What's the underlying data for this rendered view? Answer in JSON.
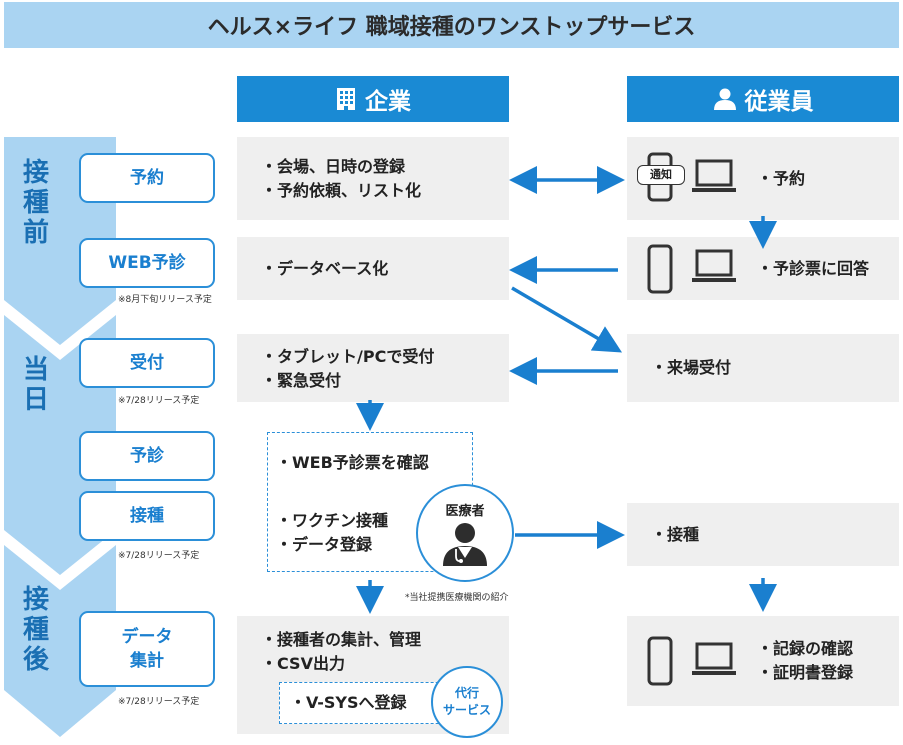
{
  "title": "ヘルス×ライフ 職域接種のワンストップサービス",
  "columns": {
    "company": "企業",
    "employee": "従業員"
  },
  "phases": {
    "before": "接種前",
    "day": "当日",
    "after": "接種後"
  },
  "steps": {
    "reserve": "予約",
    "web": "WEB予診",
    "web_note": "※8月下旬リリース予定",
    "reception": "受付",
    "reception_note": "※7/28リリース予定",
    "prediag": "予診",
    "vaccinate": "接種",
    "vaccinate_note": "※7/28リリース予定",
    "data1": "データ",
    "data2": "集計",
    "data_note": "※7/28リリース予定"
  },
  "company": {
    "row1_a": "・会場、日時の登録",
    "row1_b": "・予約依頼、リスト化",
    "row2": "・データベース化",
    "row3_a": "・タブレット/PCで受付",
    "row3_b": "・緊急受付",
    "med_a": "・WEB予診票を確認",
    "med_b": "・ワクチン接種",
    "med_c": "・データ登録",
    "doctor": "医療者",
    "doctor_note": "*当社提携医療機関の紹介",
    "row5_a": "・接種者の集計、管理",
    "row5_b": "・CSV出力",
    "vsys": "・V-SYSへ登録",
    "agent1": "代行",
    "agent2": "サービス"
  },
  "employee": {
    "notice": "通知",
    "row1": "・予約",
    "row2": "・予診票に回答",
    "row3": "・来場受付",
    "row4": "・接種",
    "row5_a": "・記録の確認",
    "row5_b": "・証明書登録"
  },
  "colors": {
    "accent": "#1a8ad4",
    "light": "#aad4f2",
    "panel": "#efefef"
  }
}
